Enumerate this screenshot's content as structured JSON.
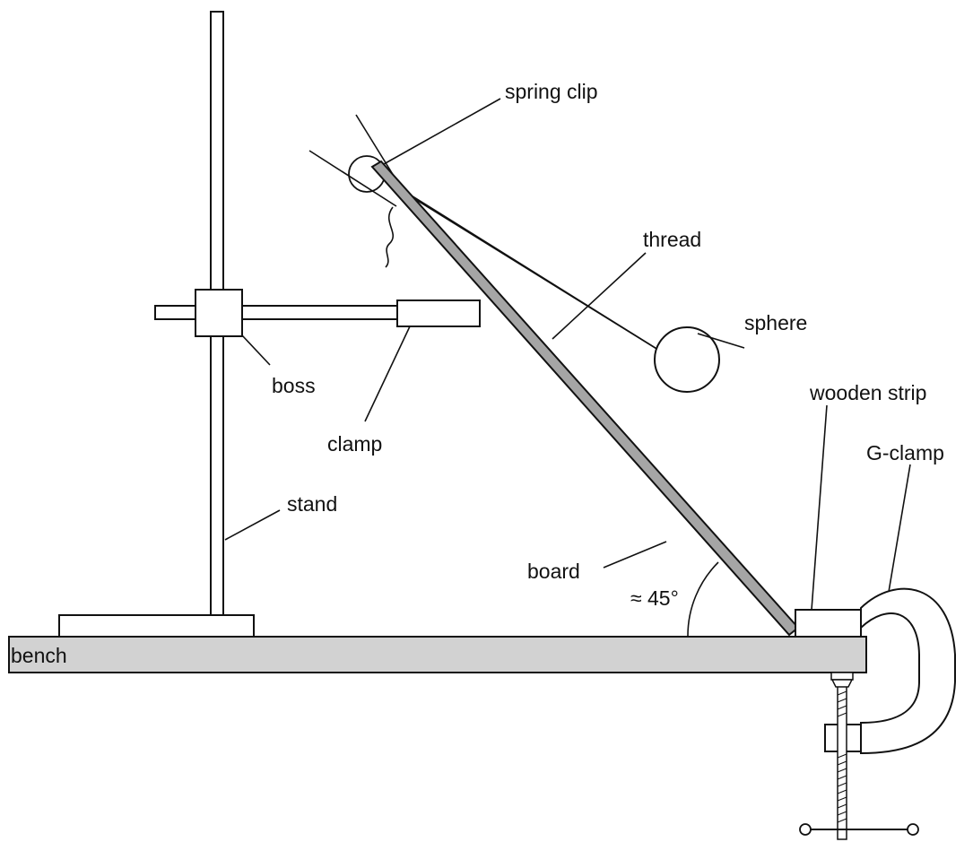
{
  "labels": {
    "spring_clip": "spring clip",
    "thread": "thread",
    "sphere": "sphere",
    "boss": "boss",
    "clamp": "clamp",
    "wooden_strip": "wooden strip",
    "g_clamp": "G-clamp",
    "stand": "stand",
    "board": "board",
    "angle": "≈ 45°",
    "bench": "bench"
  },
  "colors": {
    "bench_fill": "#d2d2d2",
    "board_fill": "#a5a5a5",
    "line": "#111111"
  }
}
